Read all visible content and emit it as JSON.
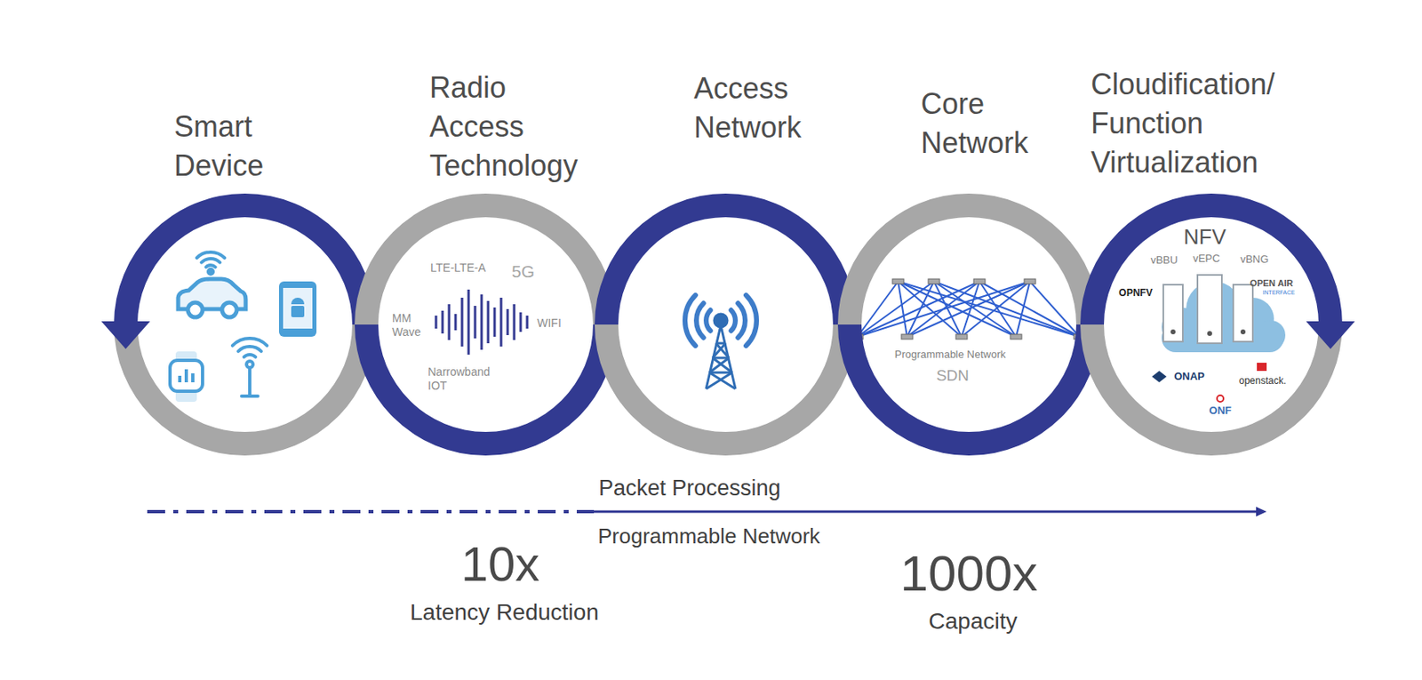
{
  "diagram": {
    "nodes": [
      {
        "text": [
          "Smart Device"
        ]
      },
      {
        "text": [
          "Radio Access Technology",
          "LTE-LTE-A",
          "5G",
          "MM Wave",
          "WIFI",
          "Narrowband IOT"
        ]
      },
      {
        "text": [
          "Access Network"
        ]
      },
      {
        "text": [
          "Core Network",
          "Programmable Network",
          "SDN"
        ]
      },
      {
        "text": [
          "Cloudification/ Function Virtualization",
          "NFV",
          "vBBU",
          "vEPC",
          "vBNG",
          "OPNFV",
          "OPEN AIR",
          "INTERFACE",
          "ONAP",
          "openstack.",
          "ONF"
        ]
      }
    ],
    "labels": [
      "Packet Processing",
      "Programmable Network",
      "10x",
      "Latency Reduction",
      "1000x",
      "Capacity"
    ]
  }
}
